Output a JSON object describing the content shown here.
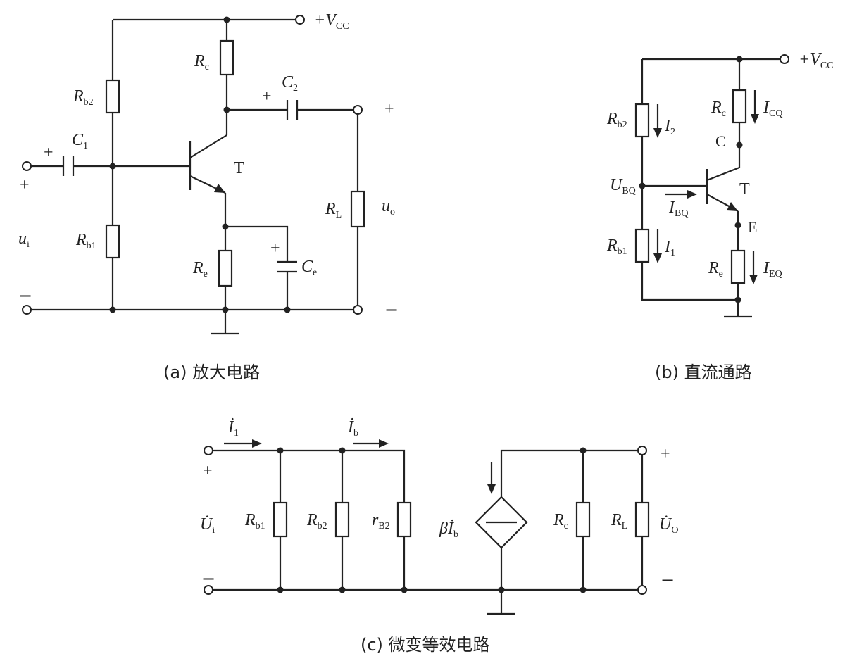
{
  "captions": {
    "a": "(a) 放大电路",
    "b": "(b) 直流通路",
    "c": "(c) 微变等效电路"
  },
  "circuit_a": {
    "vcc_main": "+V",
    "vcc_sub": "CC",
    "rb2_main": "R",
    "rb2_sub": "b2",
    "rb1_main": "R",
    "rb1_sub": "b1",
    "rc_main": "R",
    "rc_sub": "c",
    "re_main": "R",
    "re_sub": "e",
    "rl_main": "R",
    "rl_sub": "L",
    "c1_main": "C",
    "c1_sub": "1",
    "c2_main": "C",
    "c2_sub": "2",
    "ce_main": "C",
    "ce_sub": "e",
    "transistor": "T",
    "ui_main": "u",
    "ui_sub": "i",
    "uo_main": "u",
    "uo_sub": "o",
    "plus": "+",
    "minus": "−"
  },
  "circuit_b": {
    "vcc_main": "+V",
    "vcc_sub": "CC",
    "rb2_main": "R",
    "rb2_sub": "b2",
    "rb1_main": "R",
    "rb1_sub": "b1",
    "rc_main": "R",
    "rc_sub": "c",
    "re_main": "R",
    "re_sub": "e",
    "i2_main": "I",
    "i2_sub": "2",
    "i1_main": "I",
    "i1_sub": "1",
    "icq_main": "I",
    "icq_sub": "CQ",
    "ieq_main": "I",
    "ieq_sub": "EQ",
    "ibq_main": "I",
    "ibq_sub": "BQ",
    "ubq_main": "U",
    "ubq_sub": "BQ",
    "collector": "C",
    "emitter": "E",
    "transistor": "T"
  },
  "circuit_c": {
    "i1_main": "İ",
    "i1_sub": "1",
    "ib_main": "İ",
    "ib_sub": "b",
    "rb1_main": "R",
    "rb1_sub": "b1",
    "rb2_main": "R",
    "rb2_sub": "b2",
    "rbe_main": "r",
    "rbe_sub": "B2",
    "source_main": "βİ",
    "source_sub": "b",
    "rc_main": "R",
    "rc_sub": "c",
    "rl_main": "R",
    "rl_sub": "L",
    "ui_main": "U̇",
    "ui_sub": "i",
    "uo_main": "U̇",
    "uo_sub": "O",
    "plus": "+",
    "minus": "−"
  }
}
